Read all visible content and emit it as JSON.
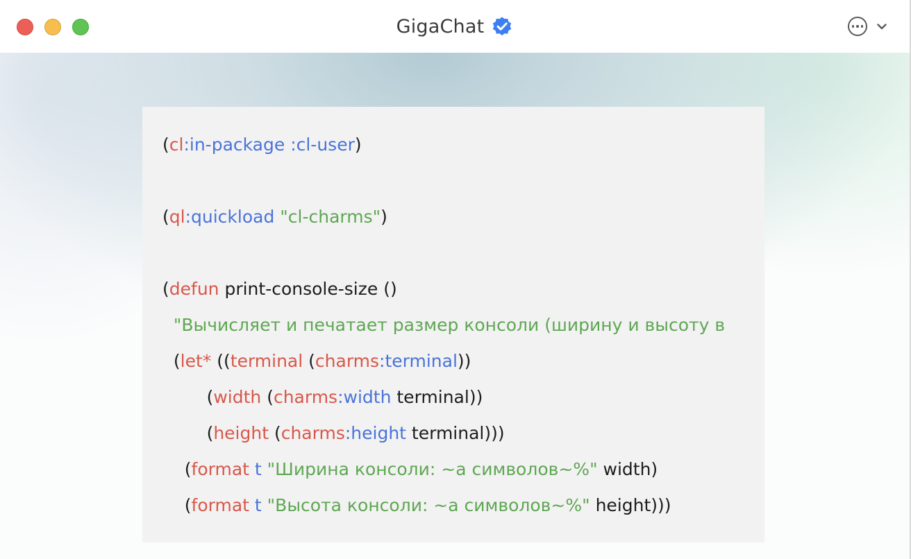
{
  "window": {
    "title": "GigaChat",
    "verified_badge_icon": "verified-check-badge-icon",
    "more_icon": "more-options-icon",
    "chevron_icon": "chevron-down-icon"
  },
  "colors": {
    "close": "#ec5f57",
    "minimize": "#f5be4f",
    "maximize": "#5fc453",
    "badge": "#3d7ff2",
    "keyword": "#d9574a",
    "symbol": "#4a73d8",
    "string": "#5ea752",
    "text": "#1c1c1c",
    "code_background": "#f2f2f2"
  },
  "code": {
    "lines": [
      [
        {
          "t": "(",
          "c": "plain"
        },
        {
          "t": "cl",
          "c": "kw"
        },
        {
          "t": ":in-package :cl-user",
          "c": "sym"
        },
        {
          "t": ")",
          "c": "plain"
        }
      ],
      [],
      [
        {
          "t": "(",
          "c": "plain"
        },
        {
          "t": "ql",
          "c": "kw"
        },
        {
          "t": ":quickload ",
          "c": "sym"
        },
        {
          "t": "\"cl-charms\"",
          "c": "str"
        },
        {
          "t": ")",
          "c": "plain"
        }
      ],
      [],
      [
        {
          "t": "(",
          "c": "plain"
        },
        {
          "t": "defun",
          "c": "kw"
        },
        {
          "t": " print-console-size ()",
          "c": "plain"
        }
      ],
      [
        {
          "t": "  \"Вычисляет и печатает размер консоли (ширину и высоту в",
          "c": "str"
        }
      ],
      [
        {
          "t": "  (",
          "c": "plain"
        },
        {
          "t": "let*",
          "c": "kw"
        },
        {
          "t": " ((",
          "c": "plain"
        },
        {
          "t": "terminal",
          "c": "kw"
        },
        {
          "t": " (",
          "c": "plain"
        },
        {
          "t": "charms",
          "c": "kw"
        },
        {
          "t": ":terminal",
          "c": "sym"
        },
        {
          "t": "))",
          "c": "plain"
        }
      ],
      [
        {
          "t": "        (",
          "c": "plain"
        },
        {
          "t": "width",
          "c": "kw"
        },
        {
          "t": " (",
          "c": "plain"
        },
        {
          "t": "charms",
          "c": "kw"
        },
        {
          "t": ":width",
          "c": "sym"
        },
        {
          "t": " terminal))",
          "c": "plain"
        }
      ],
      [
        {
          "t": "        (",
          "c": "plain"
        },
        {
          "t": "height",
          "c": "kw"
        },
        {
          "t": " (",
          "c": "plain"
        },
        {
          "t": "charms",
          "c": "kw"
        },
        {
          "t": ":height",
          "c": "sym"
        },
        {
          "t": " terminal)))",
          "c": "plain"
        }
      ],
      [
        {
          "t": "    (",
          "c": "plain"
        },
        {
          "t": "format",
          "c": "kw"
        },
        {
          "t": " t ",
          "c": "sym"
        },
        {
          "t": "\"Ширина консоли: ~a символов~%\"",
          "c": "str"
        },
        {
          "t": " width)",
          "c": "plain"
        }
      ],
      [
        {
          "t": "    (",
          "c": "plain"
        },
        {
          "t": "format",
          "c": "kw"
        },
        {
          "t": " t ",
          "c": "sym"
        },
        {
          "t": "\"Высота консоли: ~a символов~%\"",
          "c": "str"
        },
        {
          "t": " height)))",
          "c": "plain"
        }
      ]
    ]
  }
}
